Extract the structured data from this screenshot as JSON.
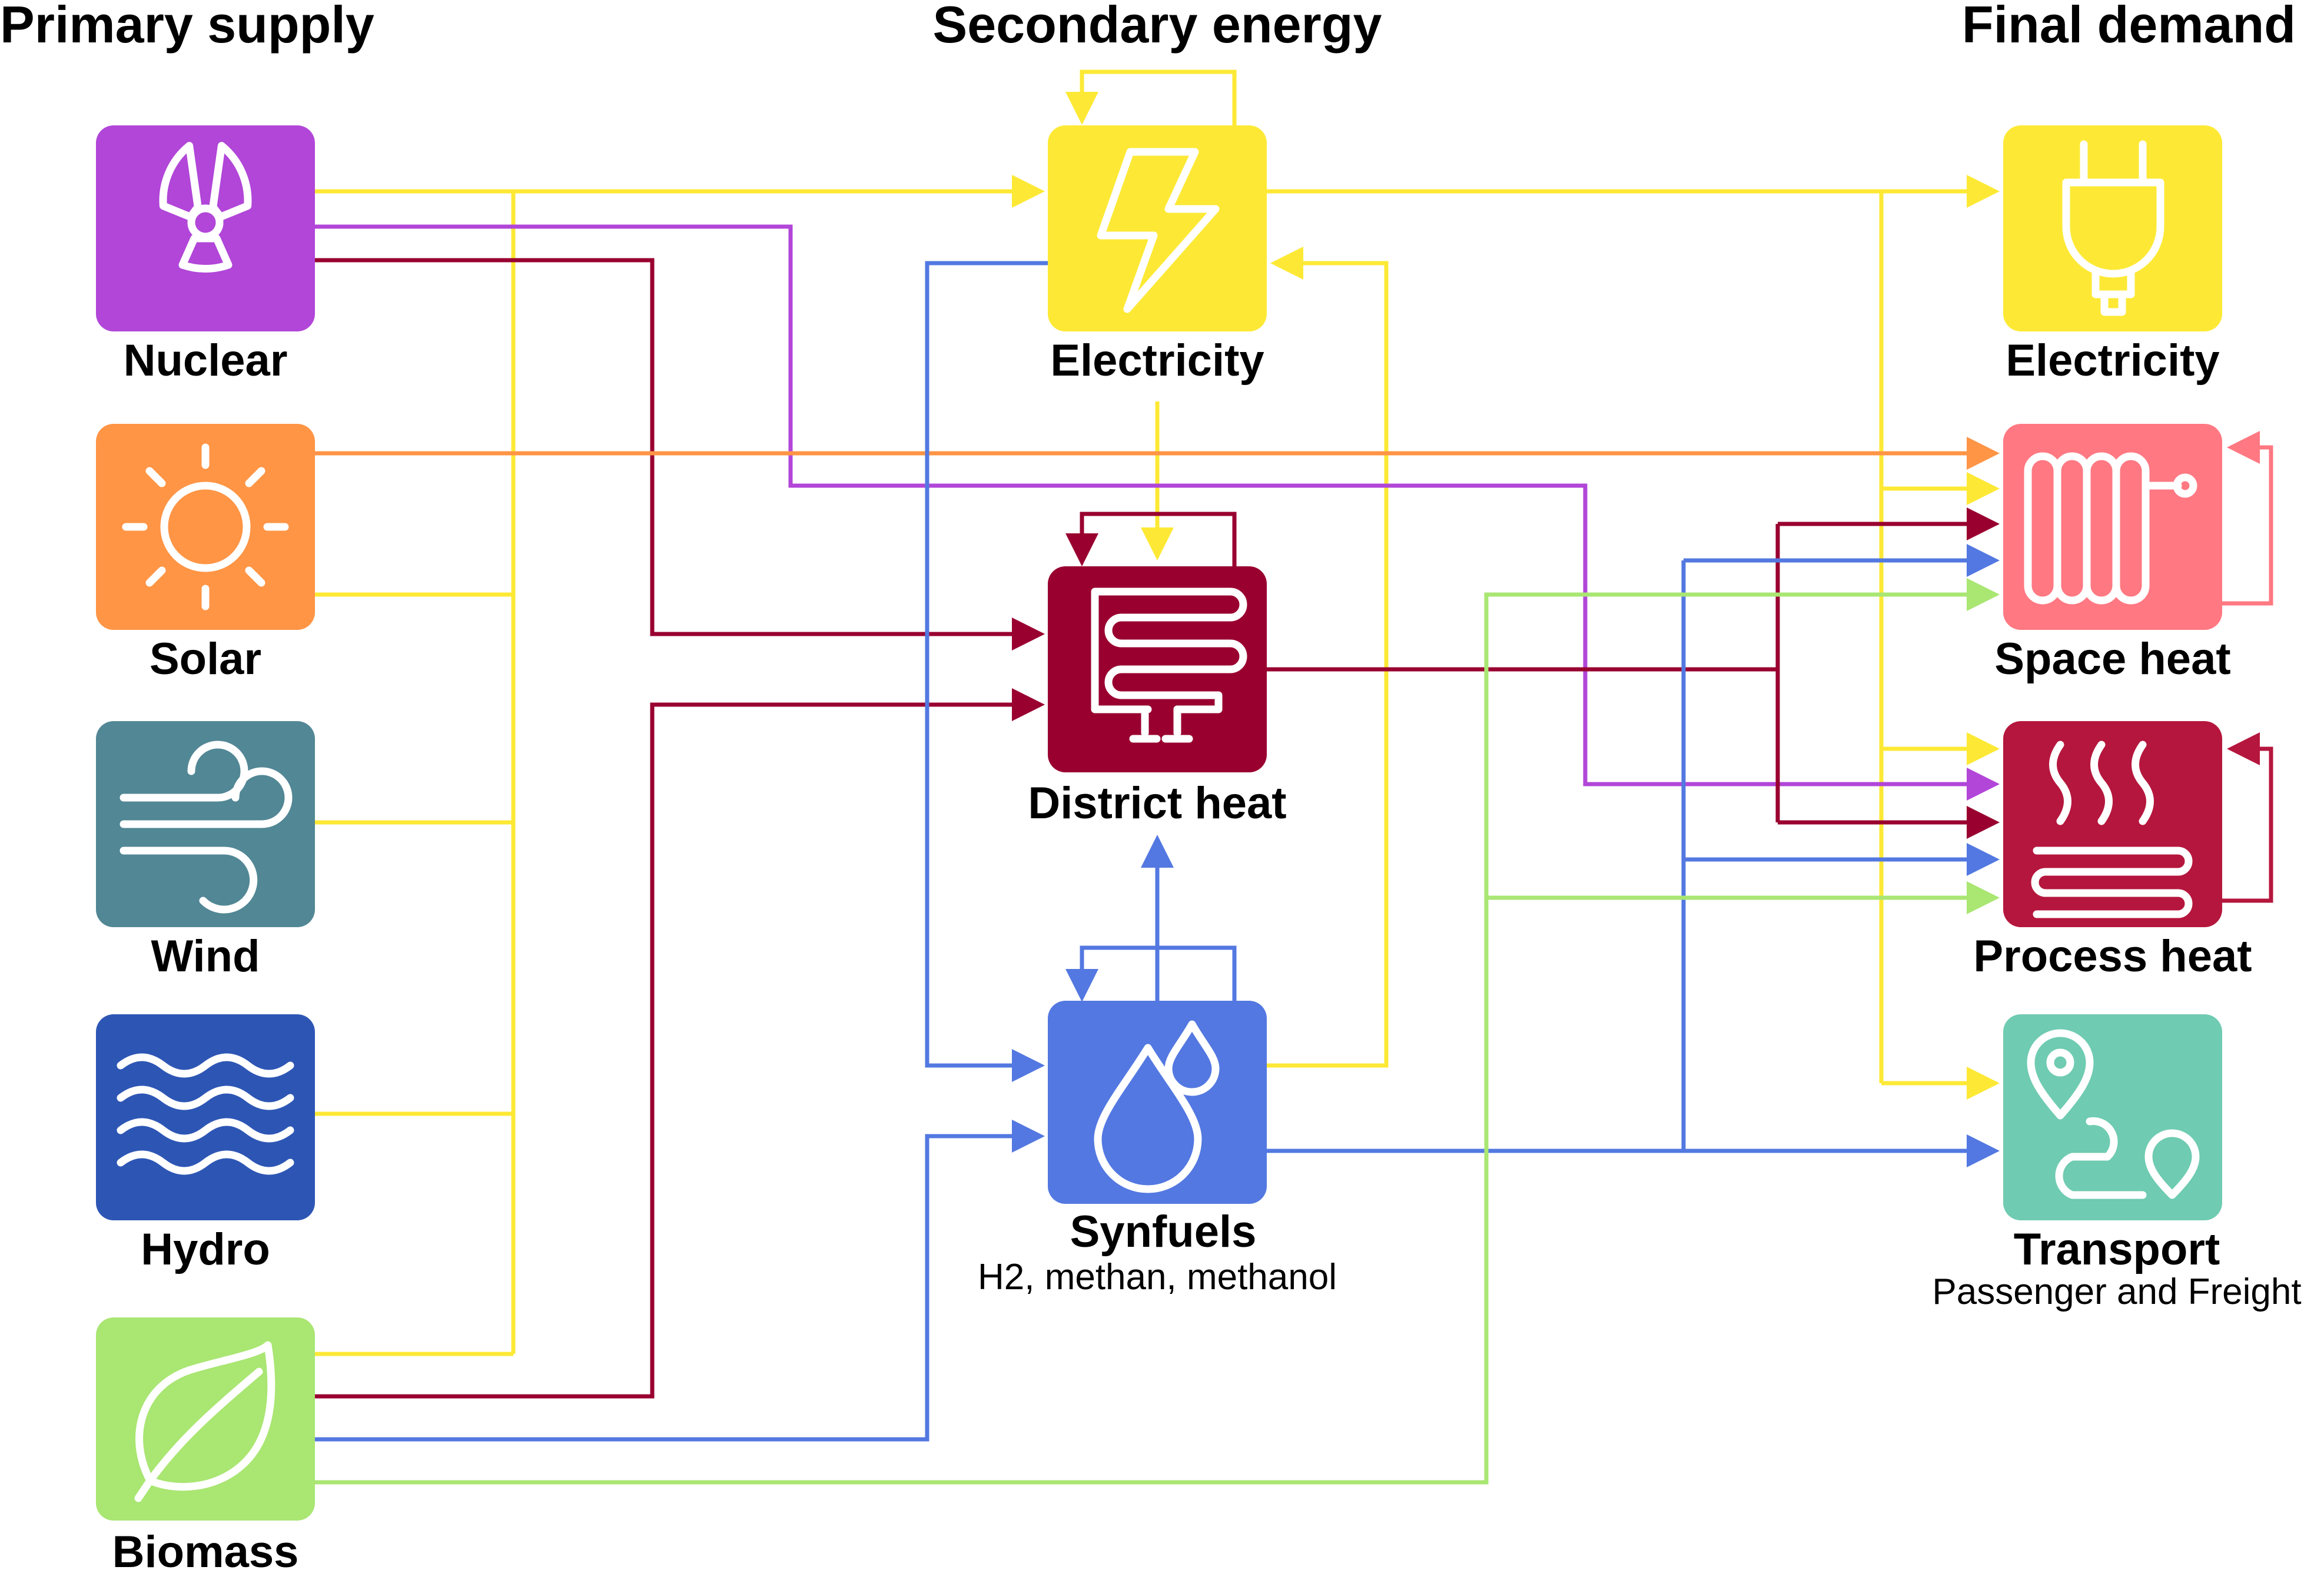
{
  "headers": {
    "primary": "Primary supply",
    "secondary": "Secondary energy",
    "final": "Final demand"
  },
  "colors": {
    "nuclear": "#b146d8",
    "solar": "#ff9545",
    "wind": "#528795",
    "hydro": "#2d56b4",
    "biomass": "#a9e672",
    "electricity": "#fde935",
    "district_heat": "#990030",
    "synfuels": "#5378e1",
    "space_heat": "#ff7882",
    "process_heat": "#b5163d",
    "transport": "#6fcbb1"
  },
  "primary": [
    {
      "id": "nuclear",
      "label": "Nuclear",
      "icon": "radiation-icon"
    },
    {
      "id": "solar",
      "label": "Solar",
      "icon": "sun-icon"
    },
    {
      "id": "wind",
      "label": "Wind",
      "icon": "wind-icon"
    },
    {
      "id": "hydro",
      "label": "Hydro",
      "icon": "waves-icon"
    },
    {
      "id": "biomass",
      "label": "Biomass",
      "icon": "leaf-icon"
    }
  ],
  "secondary": [
    {
      "id": "electricity",
      "label": "Electricity",
      "icon": "lightning-icon"
    },
    {
      "id": "district_heat",
      "label": "District heat",
      "icon": "heating-coil-icon"
    },
    {
      "id": "synfuels",
      "label": "Synfuels",
      "sublabel": "H2, methan, methanol",
      "icon": "droplets-icon"
    }
  ],
  "final": [
    {
      "id": "electricity_demand",
      "label": "Electricity",
      "icon": "plug-icon"
    },
    {
      "id": "space_heat",
      "label": "Space heat",
      "icon": "radiator-icon"
    },
    {
      "id": "process_heat",
      "label": "Process heat",
      "icon": "steam-heat-icon"
    },
    {
      "id": "transport",
      "label": "Transport",
      "sublabel": "Passenger and Freight",
      "icon": "route-icon"
    }
  ]
}
